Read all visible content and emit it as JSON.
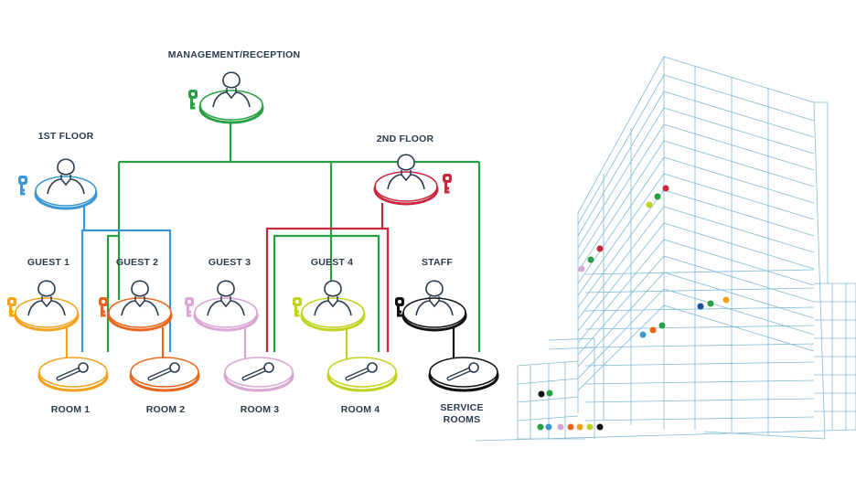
{
  "diagram": {
    "management_label": "MANAGEMENT/RECEPTION",
    "floor1_label": "1ST FLOOR",
    "floor2_label": "2ND FLOOR",
    "guests": [
      {
        "label": "GUEST 1",
        "room": "ROOM 1",
        "color": "#f2a21c"
      },
      {
        "label": "GUEST 2",
        "room": "ROOM 2",
        "color": "#e8661c"
      },
      {
        "label": "GUEST 3",
        "room": "ROOM 3",
        "color": "#d9a5d3"
      },
      {
        "label": "GUEST 4",
        "room": "ROOM 4",
        "color": "#c2d31f"
      }
    ],
    "staff_label": "STAFF",
    "service_rooms_label": [
      "SERVICE",
      "ROOMS"
    ]
  },
  "colors": {
    "management": "#27a043",
    "floor1": "#3a97d4",
    "floor2": "#c8273c",
    "staff": "#111111",
    "building_lines": "#7fb9d8",
    "text": "#2a3b4f"
  },
  "icons": [
    "user-icon",
    "key-icon",
    "door-handle-icon",
    "building-illustration"
  ]
}
